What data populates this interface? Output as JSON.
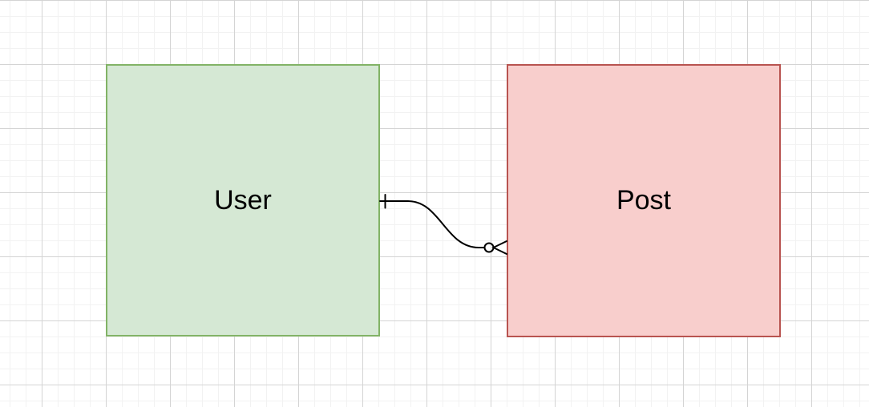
{
  "canvas": {
    "background": "#ffffff",
    "grid_minor_color": "#f2f2f2",
    "grid_major_color": "#d4d4d4"
  },
  "diagram": {
    "type": "entity-relationship",
    "label_color": "#000000",
    "entities": [
      {
        "id": "user",
        "label": "User",
        "fill": "#d5e8d4",
        "stroke": "#82b366"
      },
      {
        "id": "post",
        "label": "Post",
        "fill": "#f8cecc",
        "stroke": "#b85450"
      }
    ],
    "relationship": {
      "source": "User",
      "target": "Post",
      "source_cardinality": "one",
      "target_cardinality": "zero-or-many",
      "stroke": "#000000"
    }
  }
}
